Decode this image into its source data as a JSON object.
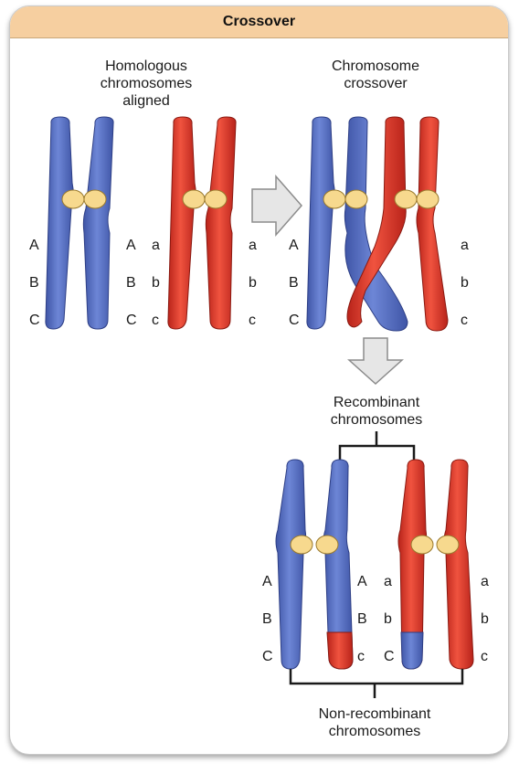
{
  "title": "Crossover",
  "captions": {
    "aligned": "Homologous\nchromosomes\naligned",
    "crossover": "Chromosome\ncrossover",
    "recombinant": "Recombinant\nchromosomes",
    "nonrecombinant": "Non-recombinant\nchromosomes"
  },
  "genes": {
    "upper": [
      "A",
      "B",
      "C"
    ],
    "lower": [
      "a",
      "b",
      "c"
    ]
  },
  "colors": {
    "blue": "#5a72c4",
    "blue_dark": "#3c4f9c",
    "red": "#e0382a",
    "red_dark": "#b5241a",
    "centromere": "#f7d98e",
    "arrow_fill": "#e6e6e6",
    "arrow_stroke": "#8c8c8c",
    "header": "#f6cfa0"
  }
}
